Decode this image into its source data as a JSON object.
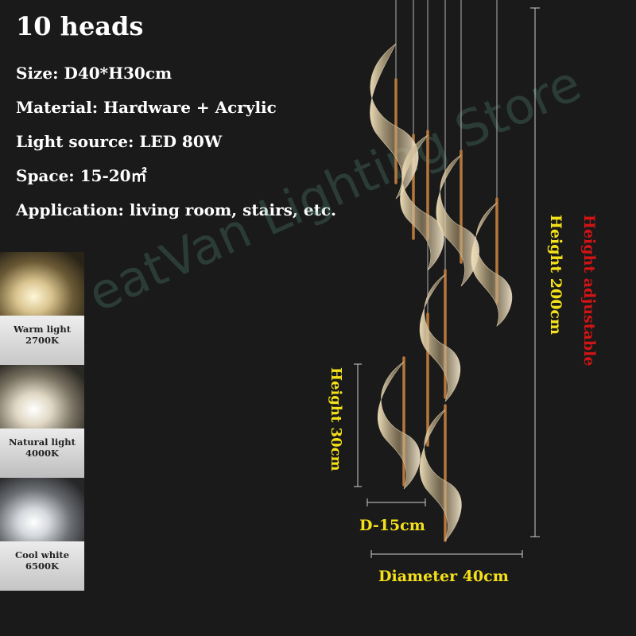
{
  "title": "10 heads",
  "specs": [
    "Size: D40*H30cm",
    "Material: Hardware + Acrylic",
    "Light source: LED 80W",
    "Space: 15-20㎡",
    "Application: living room, stairs, etc."
  ],
  "light_options": [
    {
      "name": "Warm light",
      "temp": "2700K"
    },
    {
      "name": "Natural light",
      "temp": "4000K"
    },
    {
      "name": "Cool white",
      "temp": "6500K"
    }
  ],
  "dimensions": {
    "height_total": "Height 200cm",
    "height_adjustable": "Height adjustable",
    "height_unit": "Height 30cm",
    "unit_diameter": "D-15cm",
    "total_diameter": "Diameter 40cm"
  },
  "watermark": "eatVan Lighting Store",
  "colors": {
    "background": "#1a1a1a",
    "dimension_label": "#f5e11a",
    "adjustable_label": "#d21414",
    "rod": "#b5773c"
  }
}
